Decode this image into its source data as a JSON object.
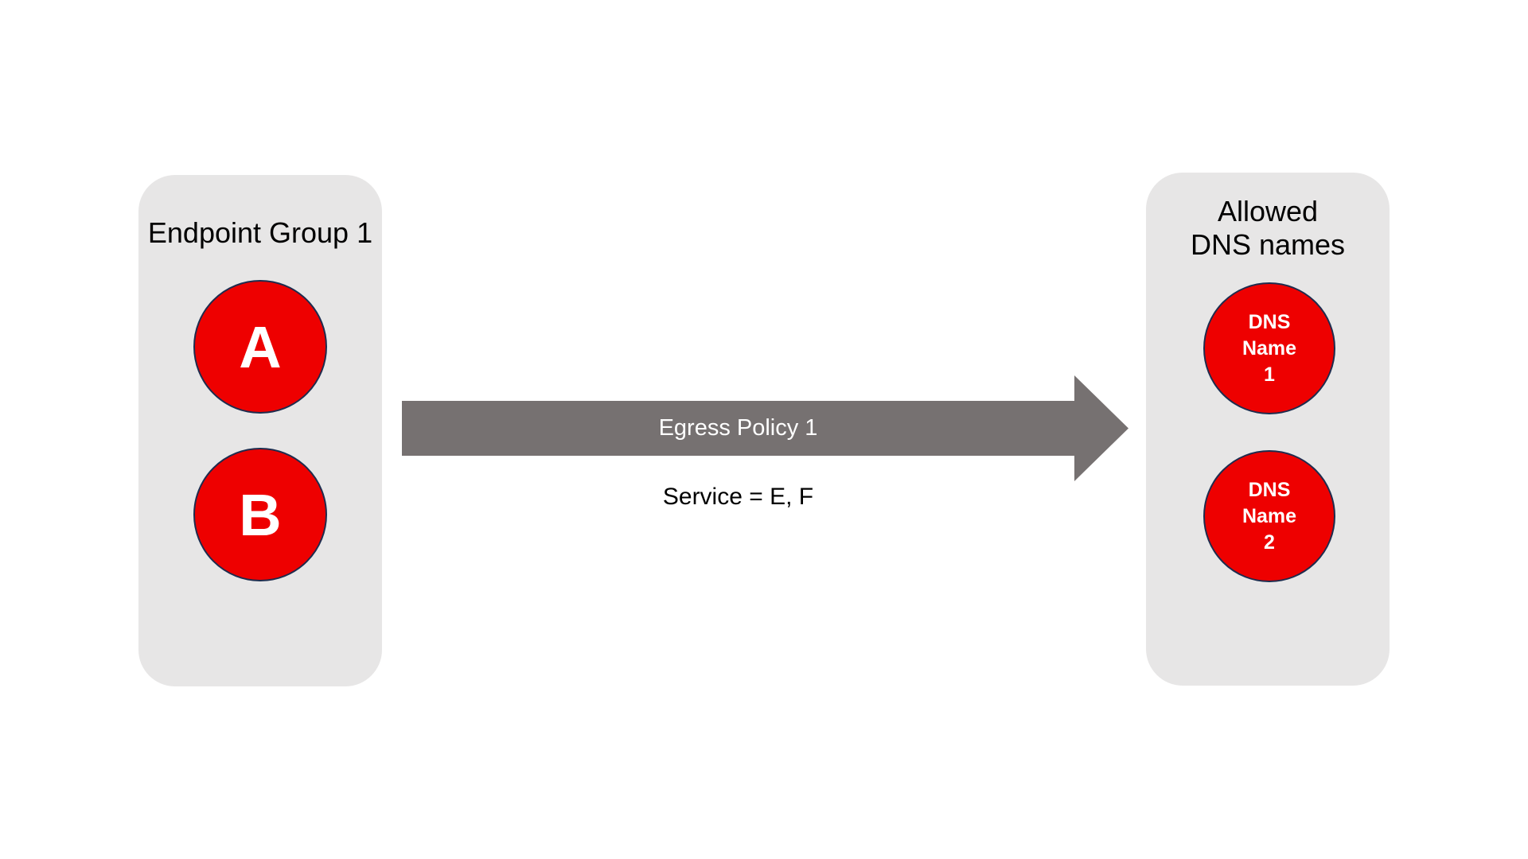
{
  "colors": {
    "background": "#ffffff",
    "box_fill": "#e7e6e6",
    "arrow_fill": "#767171",
    "node_fill": "#ee0000",
    "node_border": "#1e2c4e",
    "title_text": "#000000",
    "arrow_label_text": "#ffffff",
    "node_text": "#ffffff"
  },
  "left_group": {
    "title": "Endpoint Group 1",
    "nodes": [
      {
        "label": "A"
      },
      {
        "label": "B"
      }
    ]
  },
  "arrow": {
    "label": "Egress Policy 1",
    "sublabel": "Service = E, F"
  },
  "right_group": {
    "title": "Allowed\nDNS names",
    "nodes": [
      {
        "label": "DNS\nName\n1"
      },
      {
        "label": "DNS\nName\n2"
      }
    ]
  }
}
